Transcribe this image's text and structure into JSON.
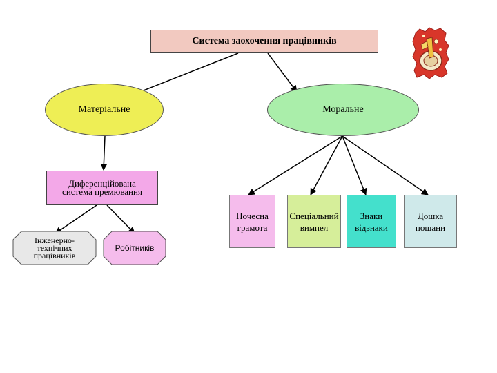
{
  "title": "Система заохочення працівників",
  "material": "Матеріальне",
  "moral": "Моральне",
  "differentiated": {
    "line1": "Диференційована",
    "line2": "система премювання"
  },
  "engineers": {
    "line1": "Інженерно-",
    "line2": "технічних",
    "line3": "працівників"
  },
  "workers": "Робітників",
  "moral_items": [
    {
      "line1": "Почесна",
      "line2": "грамота"
    },
    {
      "line1": "Спеціальний",
      "line2": "вимпел"
    },
    {
      "line1": "Знаки",
      "line2": "відзнаки"
    },
    {
      "line1": "Дошка",
      "line2": "пошани"
    }
  ],
  "colors": {
    "title_fill": "#f2c9c0",
    "material_fill": "#eeee55",
    "moral_fill": "#aaeeaa",
    "differentiated_fill": "#f3a8e8",
    "engineers_fill": "#e8e8e8",
    "workers_fill": "#f5bcec",
    "item1_fill": "#f5bcec",
    "item2_fill": "#d6ee9a",
    "item3_fill": "#44e0cc",
    "item4_fill": "#cfe9ea"
  },
  "icons": [
    "emblem-icon"
  ]
}
